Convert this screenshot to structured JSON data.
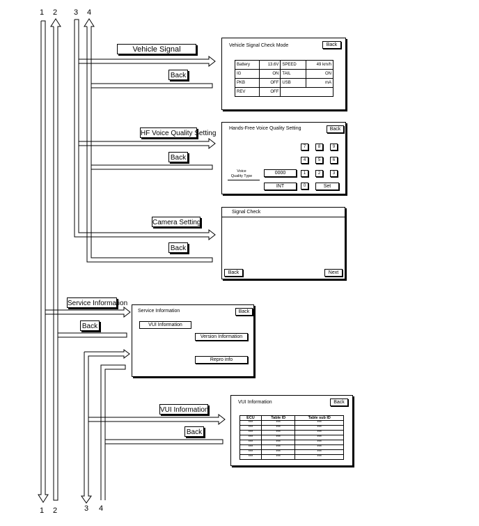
{
  "lanes": {
    "l1": "1",
    "l2": "2",
    "l3": "3",
    "l4": "4"
  },
  "labels": {
    "vehicle_signal": "Vehicle Signal",
    "back": "Back",
    "hf_voice": "HF Voice Quality Setting",
    "camera": "Camera Setting",
    "service_info": "Service Information",
    "vui_info": "VUI Information"
  },
  "vehicle_signal_screen": {
    "title": "Vehicle Signal Check Mode",
    "back": "Back",
    "rows": [
      [
        "Battery",
        "13.6V",
        "SPEED",
        "49 km/h"
      ],
      [
        "IG",
        "ON",
        "TAIL",
        "ON"
      ],
      [
        "PKB",
        "OFF",
        "USB",
        "mA"
      ],
      [
        "REV",
        "OFF",
        "",
        ""
      ]
    ]
  },
  "hf_screen": {
    "title": "Hands-Free Voice Quality Setting",
    "back": "Back",
    "keys": [
      "7",
      "8",
      "9",
      "4",
      "5",
      "6",
      "1",
      "2",
      "3",
      "0"
    ],
    "voice_label": "Voice",
    "quality_label": "Quality Type",
    "value": "0000",
    "int": "INT",
    "set": "Set"
  },
  "camera_screen": {
    "title": "Signal Check",
    "back": "Back",
    "next": "Next"
  },
  "service_screen": {
    "title": "Service Information",
    "back": "Back",
    "vui": "VUI Information",
    "version": "Version Information",
    "repro": "Repro info"
  },
  "vui_screen": {
    "title": "VUI Information",
    "back": "Back",
    "headers": [
      "ECU",
      "Table ID",
      "Table sub ID"
    ],
    "rows": [
      [
        "***",
        "***",
        "***"
      ],
      [
        "***",
        "***",
        "***"
      ],
      [
        "***",
        "***",
        "***"
      ],
      [
        "***",
        "***",
        "***"
      ],
      [
        "***",
        "***",
        "***"
      ],
      [
        "***",
        "***",
        "***"
      ],
      [
        "***",
        "***",
        "***"
      ],
      [
        "***",
        "***",
        "***"
      ]
    ]
  }
}
